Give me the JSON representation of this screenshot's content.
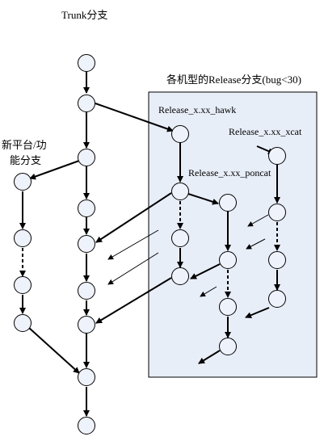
{
  "labels": {
    "trunk": "Trunk分支",
    "release_group": "各机型的Release分支(bug<30)",
    "platform_line1": "新平台/功",
    "platform_line2": "能分支",
    "hawk": "Release_x.xx_hawk",
    "xcat": "Release_x.xx_xcat",
    "poncat": "Release_x.xx_poncat"
  },
  "colors": {
    "panel_fill": "#e8eef8",
    "line": "#000000",
    "node_fill": "#eef2fa"
  }
}
